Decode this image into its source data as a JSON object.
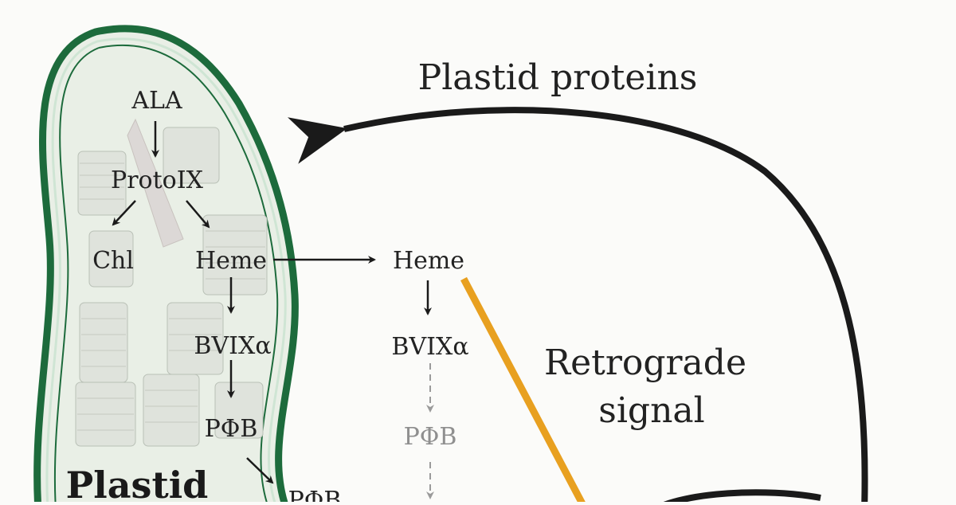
{
  "labels": {
    "plastid_proteins": "Plastid proteins",
    "retrograde_line1": "Retrograde",
    "retrograde_line2": "signal",
    "plastid": "Plastid",
    "inside": {
      "ala": "ALA",
      "protoix": "ProtoIX",
      "chl": "Chl",
      "heme": "Heme",
      "bvixa": "BVIXα",
      "pfb": "PΦB"
    },
    "outside": {
      "heme": "Heme",
      "bvixa": "BVIXα",
      "pfb": "PΦB",
      "pfb_exported": "PΦB"
    }
  },
  "colors": {
    "membrane": "#1d6b3c",
    "membrane_light": "#cfe5d4",
    "stroma": "#e9efe6",
    "grana": "#d8dcd6",
    "arrow": "#1a1a1a",
    "faded_arrow": "#9a9a9a",
    "retrograde": "#e8a020",
    "text": "#222222",
    "faded_text": "#8f8f8f"
  }
}
